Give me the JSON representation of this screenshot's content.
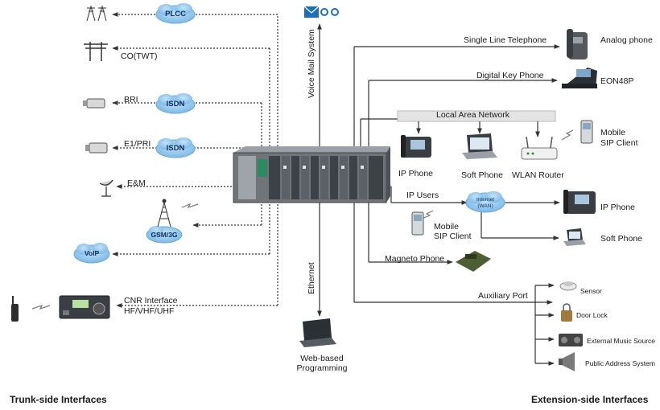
{
  "trunk": {
    "plcc": "PLCC",
    "co": "CO(TWT)",
    "bri": "BRI",
    "isdn1": "ISDN",
    "e1": "E1/PRI",
    "isdn2": "ISDN",
    "em": "E&M",
    "gsm": "GSM/3G",
    "voip": "VoIP",
    "cnr_line1": "CNR Interface",
    "cnr_line2": "HF/VHF/UHF"
  },
  "center": {
    "voice_mail": "Voice Mail System",
    "ethernet": "Ethernet",
    "web_line1": "Web-based",
    "web_line2": "Programming"
  },
  "extension": {
    "single_line": "Single Line Telephone",
    "analog_phone": "Analog phone",
    "digital_key": "Digital Key Phone",
    "eon48p": "EON48P",
    "lan": "Local Area Network",
    "ip_phone_lan": "IP Phone",
    "soft_phone_lan": "Soft Phone",
    "wlan_router": "WLAN Router",
    "mobile_sip_top_1": "Mobile",
    "mobile_sip_top_2": "SIP Client",
    "ip_users": "IP Users",
    "internet_1": "Internet",
    "internet_2": "(WAN)",
    "mobile_sip_mid_1": "Mobile",
    "mobile_sip_mid_2": "SIP Client",
    "ip_phone_wan": "IP Phone",
    "soft_phone_wan": "Soft Phone",
    "magneto": "Magneto Phone",
    "aux_port": "Auxiliary Port",
    "sensor": "Sensor",
    "door_lock": "Door Lock",
    "music": "External Music Source",
    "pa": "Public Address System"
  },
  "footer": {
    "left": "Trunk-side Interfaces",
    "right": "Extension-side Interfaces"
  },
  "colors": {
    "cloud": "#8fc7ef",
    "cloud_text": "#0e2f63",
    "line": "#333333",
    "chassis": "#6f7478",
    "vm_icon": "#1f6fb8"
  }
}
